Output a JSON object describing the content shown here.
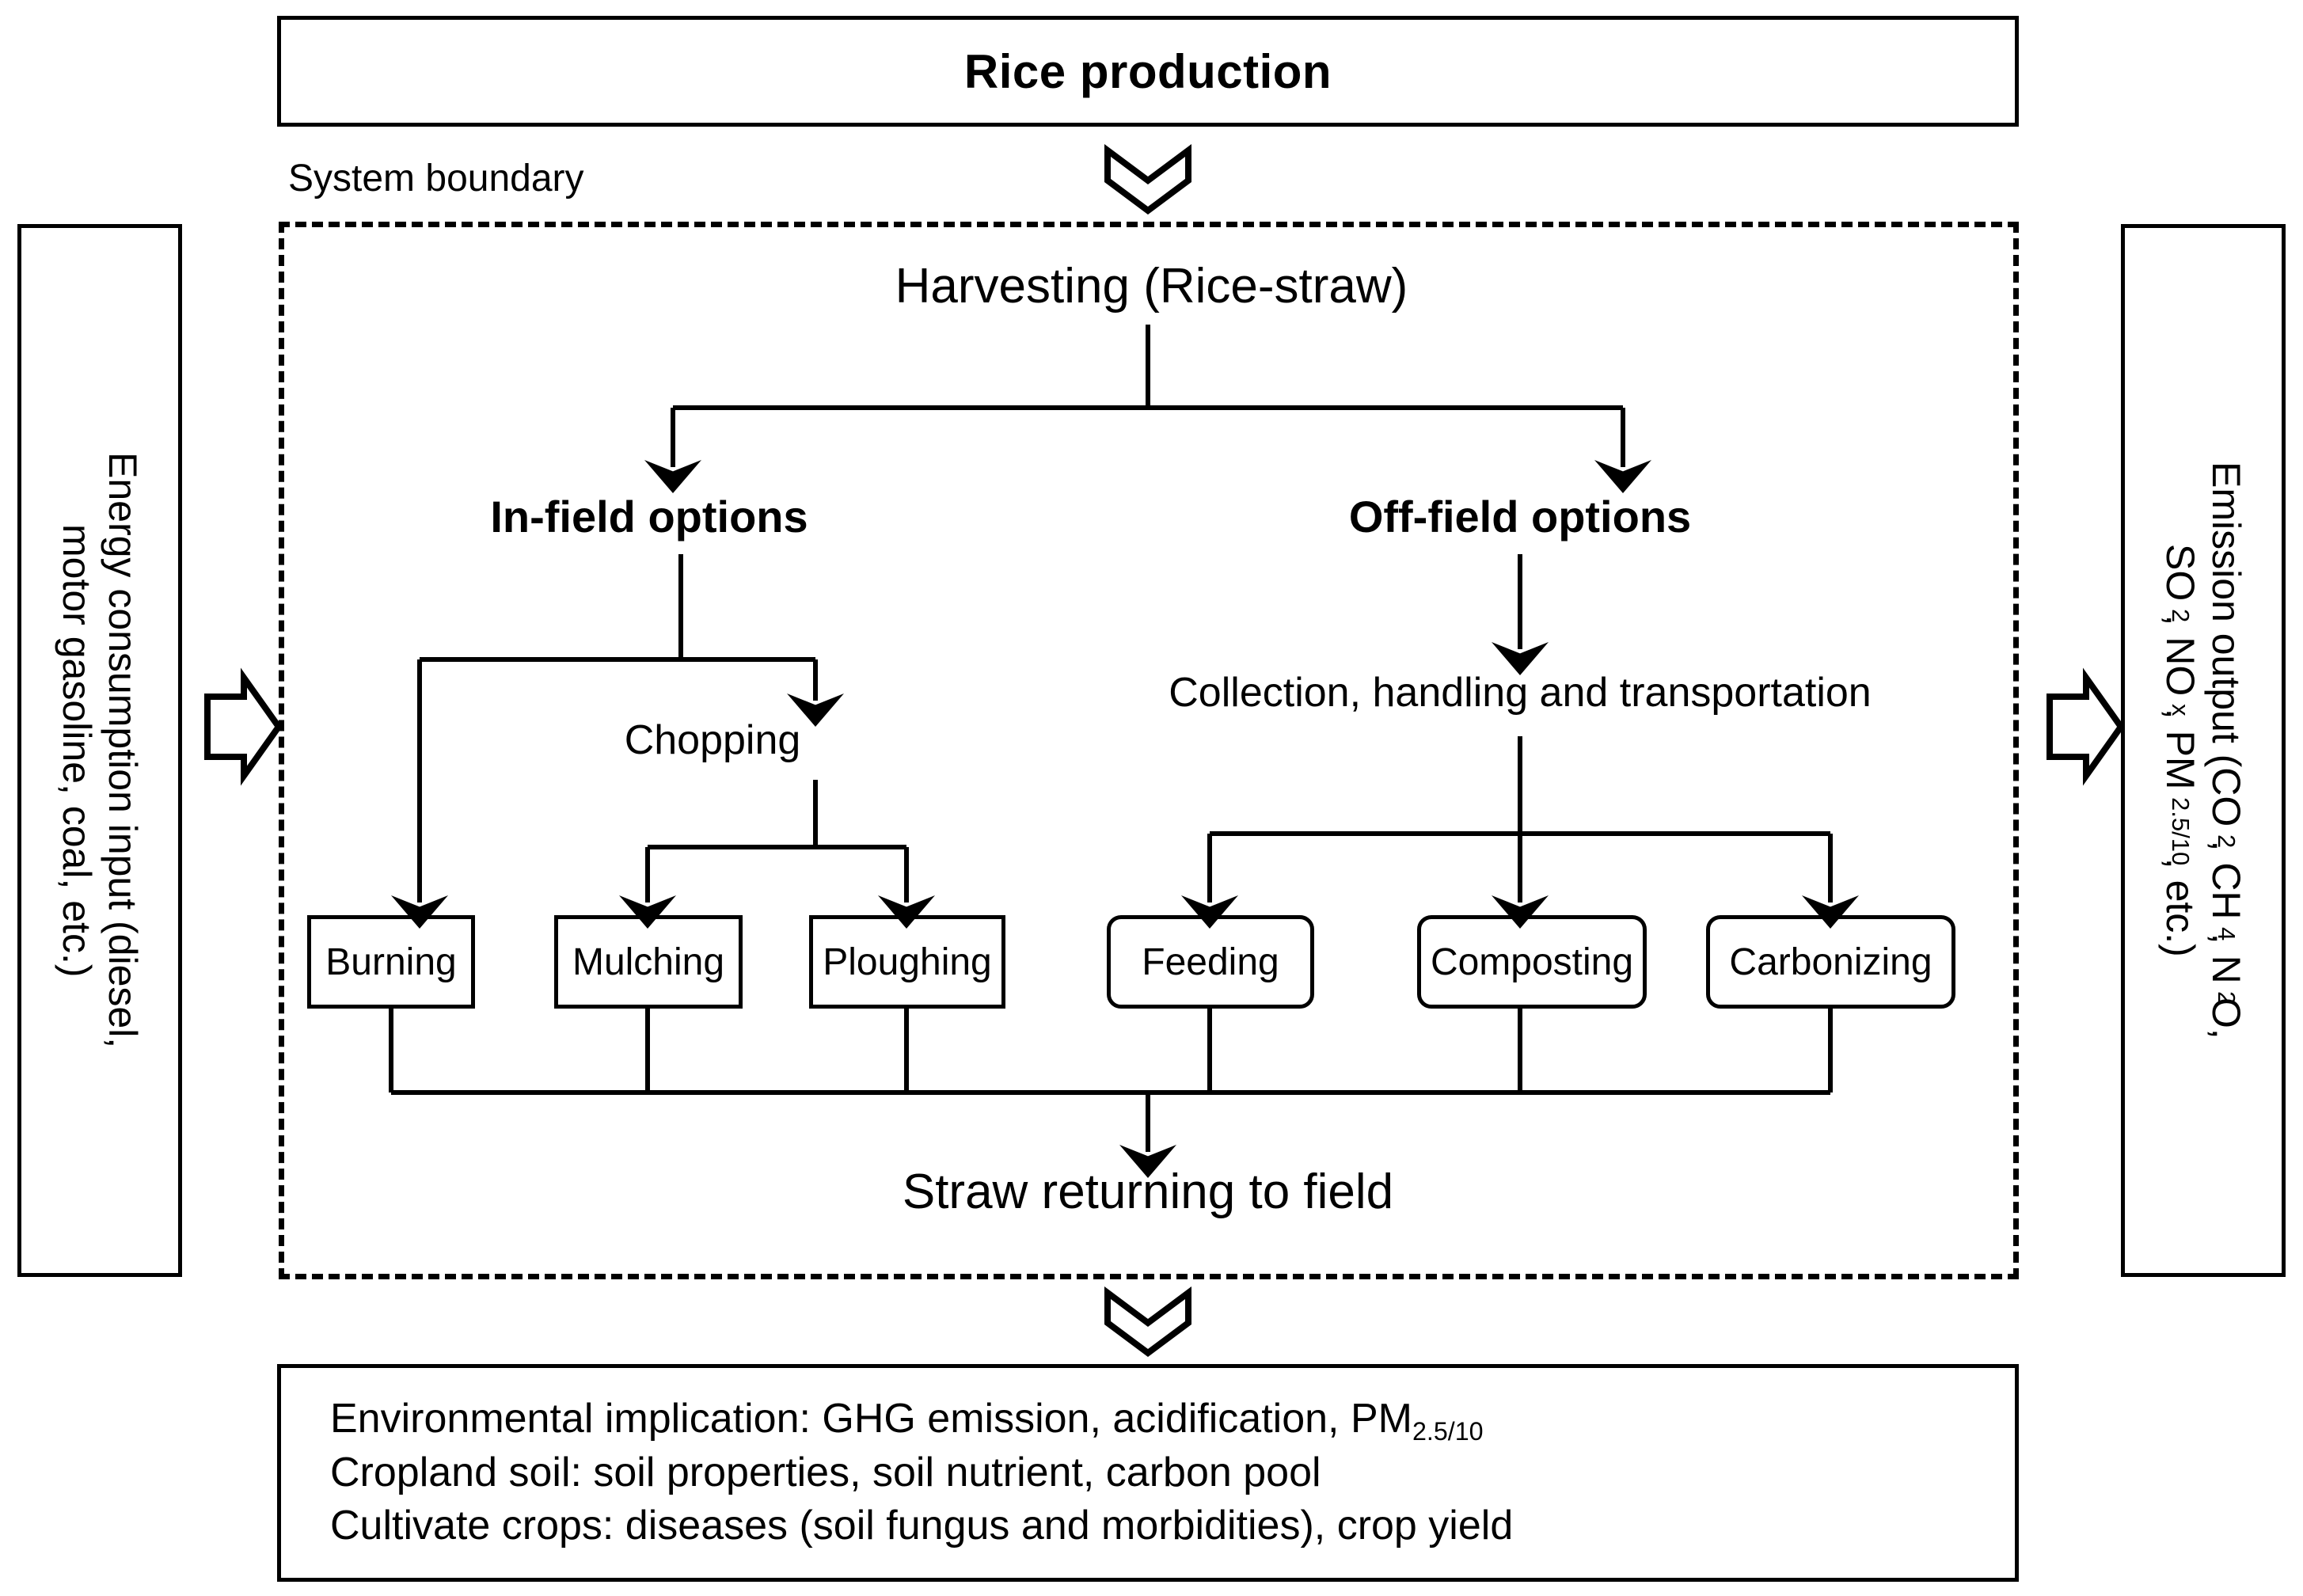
{
  "diagram": {
    "title": "Rice production",
    "top_box": {
      "label": "Rice production"
    },
    "system_boundary_label": "System boundary",
    "nodes": {
      "harvesting": "Harvesting (Rice-straw)",
      "in_field": "In-field options",
      "off_field": "Off-field options",
      "chopping": "Chopping",
      "collection": "Collection, handling and transportation",
      "straw_returning": "Straw returning to field"
    },
    "in_field_processes": [
      {
        "label": "Burning",
        "shape": "rect"
      },
      {
        "label": "Mulching",
        "shape": "rect"
      },
      {
        "label": "Ploughing",
        "shape": "rect"
      }
    ],
    "off_field_processes": [
      {
        "label": "Feeding",
        "shape": "rounded"
      },
      {
        "label": "Composting",
        "shape": "rounded"
      },
      {
        "label": "Carbonizing",
        "shape": "rounded"
      }
    ],
    "left_panel": {
      "line1": "Energy consumption input (diesel,",
      "line2": "motor gasoline, coal, etc.)"
    },
    "right_panel": {
      "line1_pre": "Emission output (CO",
      "line1_sub1": "2",
      "line1_mid": ", CH",
      "line1_sub2": "4",
      "line1_mid2": ", N",
      "line1_sub3": "2",
      "line1_end": "O,",
      "line2_pre": "SO",
      "line2_sub1": "2",
      "line2_mid": ", NO",
      "line2_sub2": "x",
      "line2_mid2": ", PM",
      "line2_sub3": "2.5/10",
      "line2_end": ", etc.)"
    },
    "bottom_box": {
      "line1_pre": "Environmental implication: GHG emission, acidification, PM",
      "line1_sub": "2.5/10",
      "line2": "Cropland soil: soil properties, soil nutrient, carbon pool",
      "line3": "Cultivate crops: diseases (soil fungus and morbidities), crop yield"
    },
    "icons": {
      "chevron_down_top": "chevron-down-icon",
      "chevron_down_bottom": "chevron-down-icon",
      "arrow_right_left_panel": "block-arrow-right-icon",
      "arrow_right_right_panel": "block-arrow-right-icon"
    },
    "colors": {
      "stroke": "#000000",
      "background": "#ffffff"
    }
  }
}
